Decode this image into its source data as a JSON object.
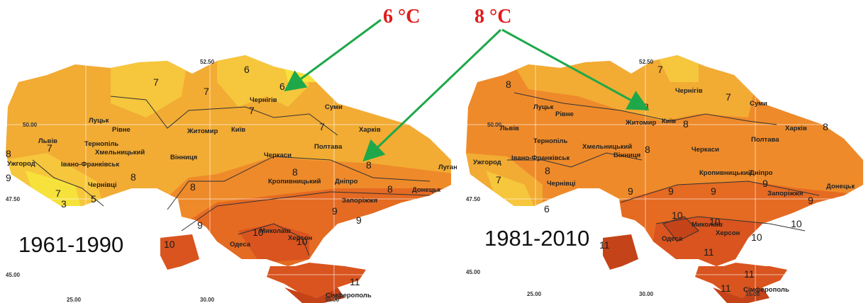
{
  "callouts": {
    "left_label": "6 °C",
    "right_label": "8 °C"
  },
  "periods": {
    "left": "1961-1990",
    "right": "1981-2010"
  },
  "coordinates": {
    "lat_top": "52.50",
    "lat_mid": "50.00",
    "lat_lower": "47.50",
    "lat_bottom": "45.00",
    "lon_1": "25.00",
    "lon_2": "30.00",
    "lon_3": "35.00"
  },
  "cities": {
    "chernihiv": "Чернігів",
    "sumy": "Суми",
    "lutsk": "Луцьк",
    "rivne": "Рівне",
    "zhytomyr": "Житомир",
    "kyiv": "Київ",
    "kharkiv": "Харків",
    "lviv": "Львів",
    "ternopil": "Тернопіль",
    "khmelnytskyi": "Хмельницький",
    "poltava": "Полтава",
    "cherkasy": "Черкаси",
    "ivano_frankivsk": "Івано-Франківськ",
    "vinnytsia": "Вінниця",
    "uzhhorod": "Ужгород",
    "chernivtsi": "Чернівці",
    "kropyvnytskyi": "Кропивницький",
    "dnipro": "Дніпро",
    "zaporizhzhia": "Запоріжжя",
    "donetsk": "Донецьк",
    "luhansk": "Луганськ",
    "mykolaiv": "Миколаїв",
    "kherson": "Херсон",
    "odesa": "Одеса",
    "simferopol": "Сімферополь"
  },
  "isotherm_labels": {
    "three": "3",
    "five": "5",
    "six": "6",
    "seven": "7",
    "eight": "8",
    "nine": "9",
    "ten": "10",
    "eleven": "11"
  },
  "colors": {
    "zone_5_6": "#f6e23a",
    "zone_6_7": "#f6c63c",
    "zone_7_8": "#f2ab33",
    "zone_8_9": "#ee8a2a",
    "zone_9_10": "#e56a22",
    "zone_10_11": "#d9541e",
    "zone_11_12": "#c44318",
    "callout_text": "#e01b1b",
    "arrow": "#1ea84a"
  }
}
